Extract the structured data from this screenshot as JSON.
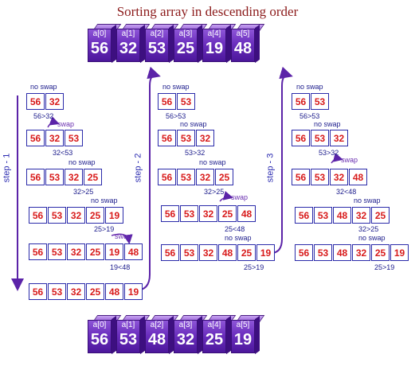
{
  "title": "Sorting array in descending order",
  "indices": [
    "a[0]",
    "a[1]",
    "a[2]",
    "a[3]",
    "a[4]",
    "a[5]"
  ],
  "top_array": [
    "56",
    "32",
    "53",
    "25",
    "19",
    "48"
  ],
  "bottom_array": [
    "56",
    "53",
    "48",
    "32",
    "25",
    "19"
  ],
  "steps": [
    {
      "label": "step - 1",
      "rows": [
        {
          "cells": [
            "56",
            "32"
          ],
          "above": "no swap",
          "below": "56>32"
        },
        {
          "cells": [
            "56",
            "32",
            "53"
          ],
          "above": "swap",
          "below": "32<53"
        },
        {
          "cells": [
            "56",
            "53",
            "32",
            "25"
          ],
          "above": "no swap",
          "below": "32>25"
        },
        {
          "cells": [
            "56",
            "53",
            "32",
            "25",
            "19"
          ],
          "above": "no swap",
          "below": "25>19"
        },
        {
          "cells": [
            "56",
            "53",
            "32",
            "25",
            "19",
            "48"
          ],
          "above": "swap",
          "below": "19<48"
        },
        {
          "cells": [
            "56",
            "53",
            "32",
            "25",
            "48",
            "19"
          ],
          "above": "",
          "below": ""
        }
      ]
    },
    {
      "label": "step - 2",
      "rows": [
        {
          "cells": [
            "56",
            "53"
          ],
          "above": "no swap",
          "below": "56>53"
        },
        {
          "cells": [
            "56",
            "53",
            "32"
          ],
          "above": "no swap",
          "below": "53>32"
        },
        {
          "cells": [
            "56",
            "53",
            "32",
            "25"
          ],
          "above": "no swap",
          "below": "32>25"
        },
        {
          "cells": [
            "56",
            "53",
            "32",
            "25",
            "48"
          ],
          "above": "swap",
          "below": "25<48"
        },
        {
          "cells": [
            "56",
            "53",
            "32",
            "48",
            "25",
            "19"
          ],
          "above": "no swap",
          "below": "25>19"
        }
      ]
    },
    {
      "label": "step - 3",
      "rows": [
        {
          "cells": [
            "56",
            "53"
          ],
          "above": "no swap",
          "below": "56>53"
        },
        {
          "cells": [
            "56",
            "53",
            "32"
          ],
          "above": "no swap",
          "below": "53>32"
        },
        {
          "cells": [
            "56",
            "53",
            "32",
            "48"
          ],
          "above": "swap",
          "below": "32<48"
        },
        {
          "cells": [
            "56",
            "53",
            "48",
            "32",
            "25"
          ],
          "above": "no swap",
          "below": "32>25"
        },
        {
          "cells": [
            "56",
            "53",
            "48",
            "32",
            "25",
            "19"
          ],
          "above": "no swap",
          "below": "25>19"
        }
      ]
    }
  ]
}
